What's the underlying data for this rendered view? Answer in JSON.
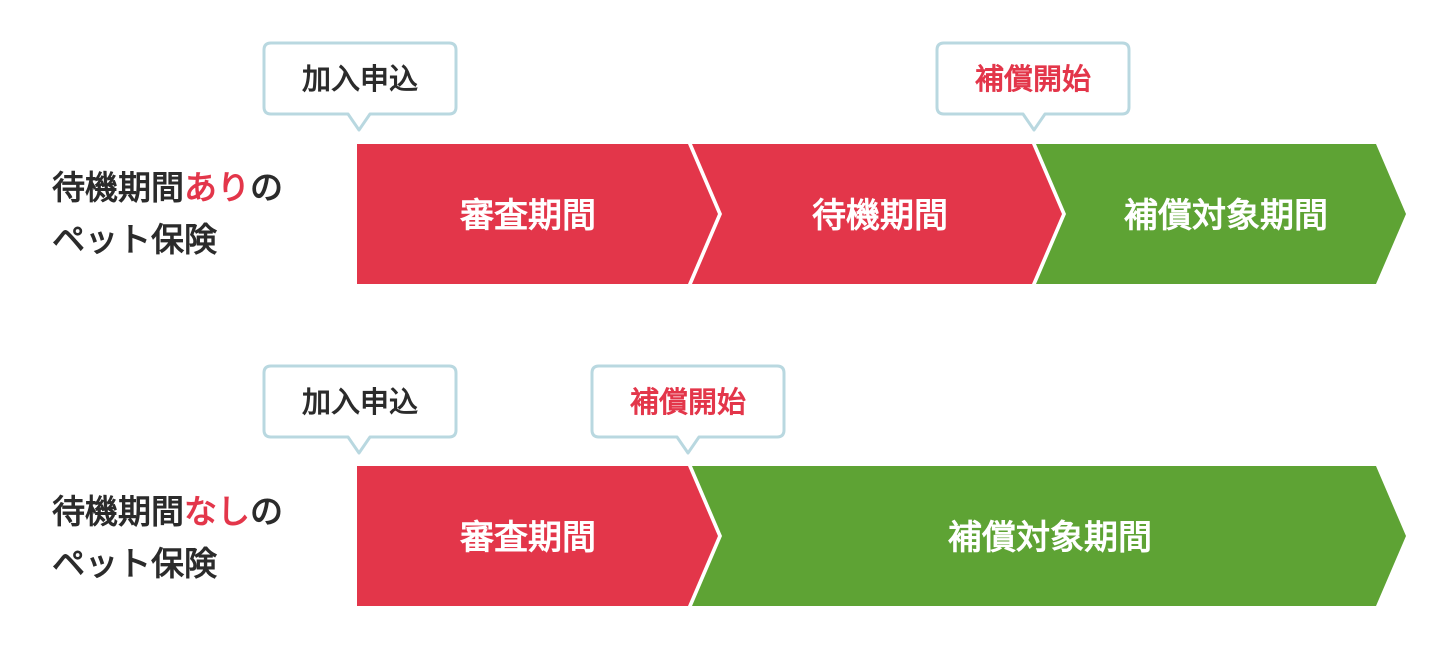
{
  "colors": {
    "red": "#e3364a",
    "green": "#5ea334",
    "callout_border": "#b9d8e0",
    "text_dark": "#2b2b2b"
  },
  "rows": [
    {
      "label_before": "待機期間",
      "label_highlight": "あり",
      "label_after": "の",
      "label_line2": "ペット保険",
      "segments": [
        {
          "label": "審査期間",
          "color": "red"
        },
        {
          "label": "待機期間",
          "color": "red"
        },
        {
          "label": "補償対象期間",
          "color": "green"
        }
      ],
      "callouts": [
        {
          "label": "加入申込",
          "color": "dark"
        },
        {
          "label": "補償開始",
          "color": "red"
        }
      ]
    },
    {
      "label_before": "待機期間",
      "label_highlight": "なし",
      "label_after": "の",
      "label_line2": "ペット保険",
      "segments": [
        {
          "label": "審査期間",
          "color": "red"
        },
        {
          "label": "補償対象期間",
          "color": "green"
        }
      ],
      "callouts": [
        {
          "label": "加入申込",
          "color": "dark"
        },
        {
          "label": "補償開始",
          "color": "red"
        }
      ]
    }
  ]
}
